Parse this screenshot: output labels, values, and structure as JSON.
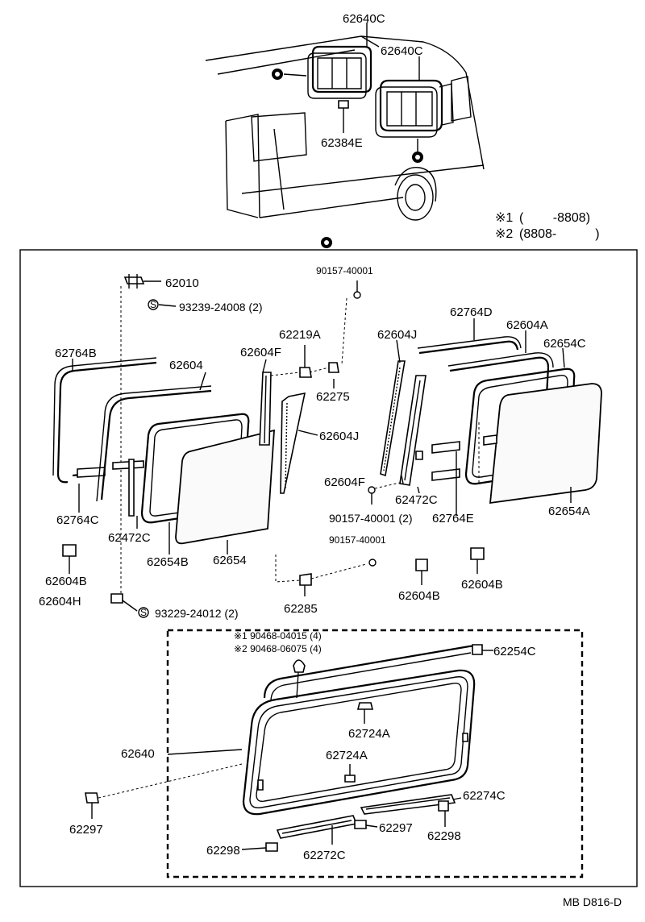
{
  "diagram": {
    "footer_code": "MB D816-D",
    "legend": {
      "note1_mark": "※1",
      "note1_text": "(　　 -8808)",
      "note2_mark": "※2",
      "note2_text": "(8808-　　　)"
    },
    "vehicle_labels": {
      "top_left_frame": "62640C",
      "top_right_frame": "62640C",
      "clip": "62384E"
    },
    "left_window_labels": {
      "bolt_top": "62010",
      "screw_top": "93239-24008 (2)",
      "run_outer": "62764B",
      "run_inner": "62604",
      "run_lower": "62764C",
      "channel_left": "62472C",
      "frame": "62654B",
      "glass": "62654",
      "stopper": "62604B",
      "stopper_lower": "62604H",
      "screw_bottom": "93229-24012 (2)",
      "channel_vertical": "62604F",
      "latch": "62219A",
      "bolt_mid_top": "90157-40001",
      "latch_plate": "62275",
      "weatherstrip": "62604J",
      "bolt_mid_bottom": "90157-40001",
      "guide": "62285"
    },
    "right_window_labels": {
      "strip_vertical": "62604J",
      "run_top": "62764D",
      "run_upper": "62604A",
      "frame": "62654C",
      "glass": "62654A",
      "channel_vertical": "62604F",
      "channel": "62472C",
      "bolt": "90157-40001 (2)",
      "run_lower": "62764E",
      "stopper_left": "62604B",
      "stopper_right": "62604B"
    },
    "lower_assembly_labels": {
      "note1_screw": "※1  90468-04015 (4)",
      "note2_screw": "※2  90468-06075 (4)",
      "moulding_top": "62254C",
      "assembly": "62640",
      "clip_upper": "62724A",
      "clip_lower": "62724A",
      "clip_outside": "62297",
      "rail_right": "62274C",
      "clip_inner": "62297",
      "cap_right": "62298",
      "cap_left": "62298",
      "rail_left": "62272C"
    }
  }
}
